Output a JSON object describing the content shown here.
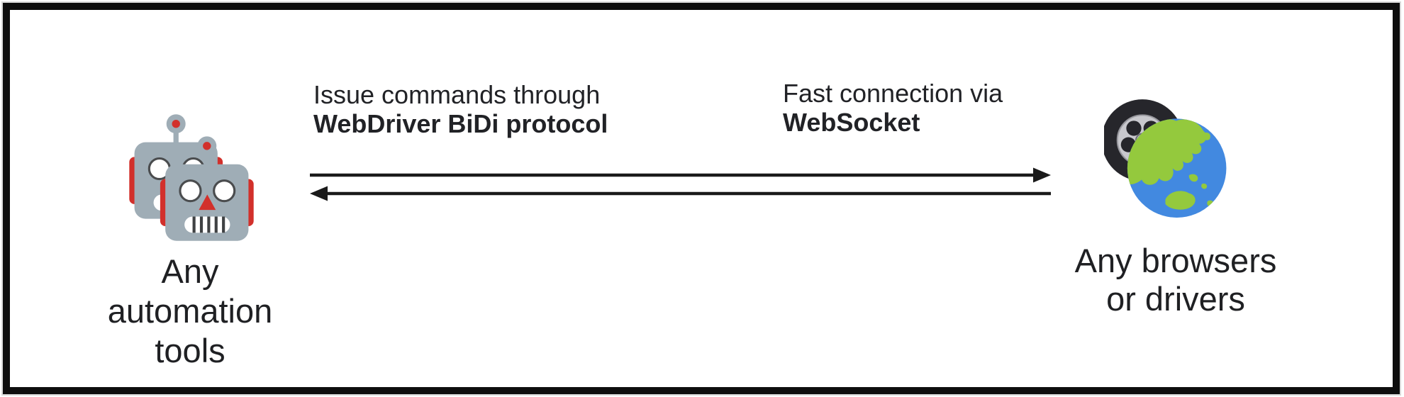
{
  "diagram": {
    "left_node": {
      "icon": "robots-icon",
      "label_lines": [
        "Any",
        "automation",
        "tools"
      ]
    },
    "right_node": {
      "icon": "wheel-globe-icon",
      "label_lines": [
        "Any browsers",
        "or drivers"
      ]
    },
    "annotations": {
      "bidi": {
        "line1": "Issue commands through",
        "line2": "WebDriver BiDi protocol"
      },
      "websocket": {
        "line1": "Fast connection via",
        "line2": "WebSocket"
      }
    },
    "arrows": {
      "top_direction": "left-to-right",
      "bottom_direction": "right-to-left",
      "color": "#1a1a1a"
    },
    "colors": {
      "frame_border": "#0e0e0e",
      "text": "#202124",
      "robot_body": "#9FADB6",
      "robot_accent_red": "#D2302B",
      "robot_feature_outline": "#4a4c4e",
      "globe_ocean": "#4289E0",
      "globe_land": "#94C93D",
      "tire_dark": "#26262B",
      "tire_rim": "#C8C8CD"
    }
  }
}
